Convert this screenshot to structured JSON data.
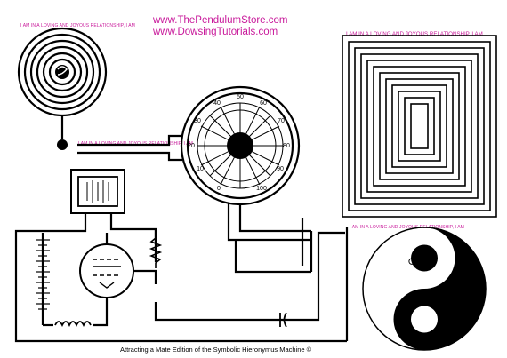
{
  "header": {
    "url1": "www.ThePendulumStore.com",
    "url2": "www.DowsingTutorials.com"
  },
  "affirmation": "I AM IN A LOVING AND JOYOUS RELATIONSHIP, I AM",
  "dial": {
    "ticks": [
      "0",
      "10",
      "20",
      "30",
      "40",
      "50",
      "60",
      "70",
      "80",
      "90",
      "100"
    ]
  },
  "symbols": {
    "male": "♂",
    "female": "♀"
  },
  "caption": "Attracting a Mate Edition of the Symbolic Hieronymus Machine ©",
  "colors": {
    "accent": "#c8189a",
    "ink": "#000000"
  }
}
